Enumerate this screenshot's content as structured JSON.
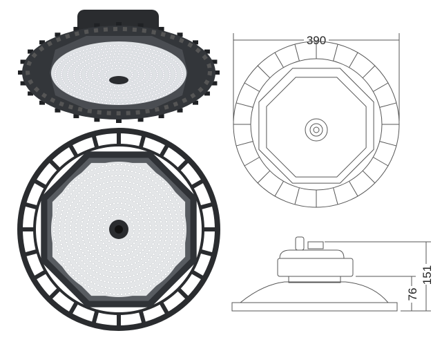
{
  "dimensions": {
    "diameter": "390",
    "total_height": "151",
    "base_height": "76"
  },
  "colors": {
    "housing": "#2e3033",
    "led_panel": "#e6e8ea",
    "led_dot": "#ffffff",
    "line": "#555555"
  }
}
